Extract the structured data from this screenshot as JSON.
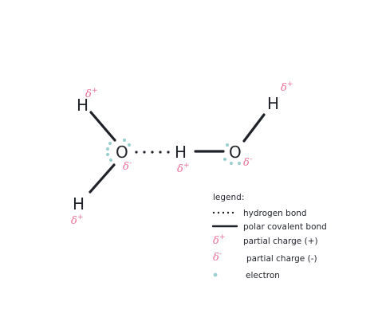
{
  "atoms": {
    "h_top_left": "H",
    "o_left": "O",
    "h_bottom_left": "H",
    "h_middle": "H",
    "o_right": "O",
    "h_top_right": "H"
  },
  "charges": {
    "delta": "δ",
    "plus": "+",
    "minus": "-"
  },
  "legend": {
    "title": "legend:",
    "hydrogen_bond": "hydrogen bond",
    "polar_covalent_bond": "polar covalent bond",
    "partial_charge_positive": "partial charge (+)",
    "partial_charge_negative": "partial charge (-)",
    "electron": "electron"
  },
  "colors": {
    "ink": "#1f2229",
    "partial_charge": "#ec6f96",
    "electron": "#9ccfd0",
    "background": "#ffffff"
  }
}
